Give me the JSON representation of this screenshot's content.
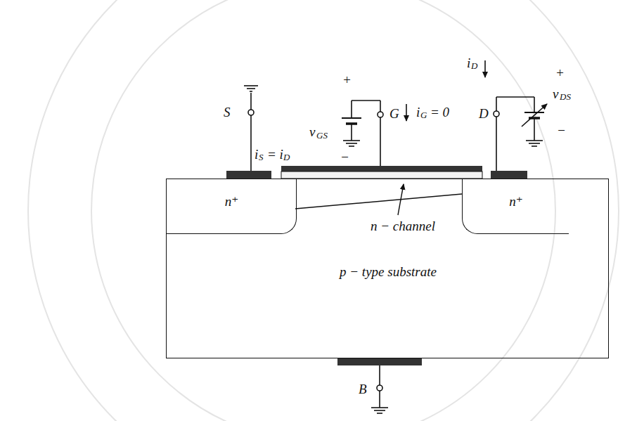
{
  "diagram": {
    "nodes": [
      {
        "text": [
          "p − type substrate"
        ]
      },
      {
        "text": [
          "n⁺"
        ],
        "in": 0
      },
      {
        "text": [
          "n⁺"
        ],
        "in": 0
      }
    ],
    "labels": [
      "+",
      "v",
      "GS",
      "−",
      "i",
      "G",
      "= 0",
      "i",
      "D",
      "+",
      "v",
      "DS",
      "−",
      "S",
      "i",
      "S",
      "= i",
      "D",
      "G",
      "D",
      "n − channel",
      "B"
    ]
  }
}
